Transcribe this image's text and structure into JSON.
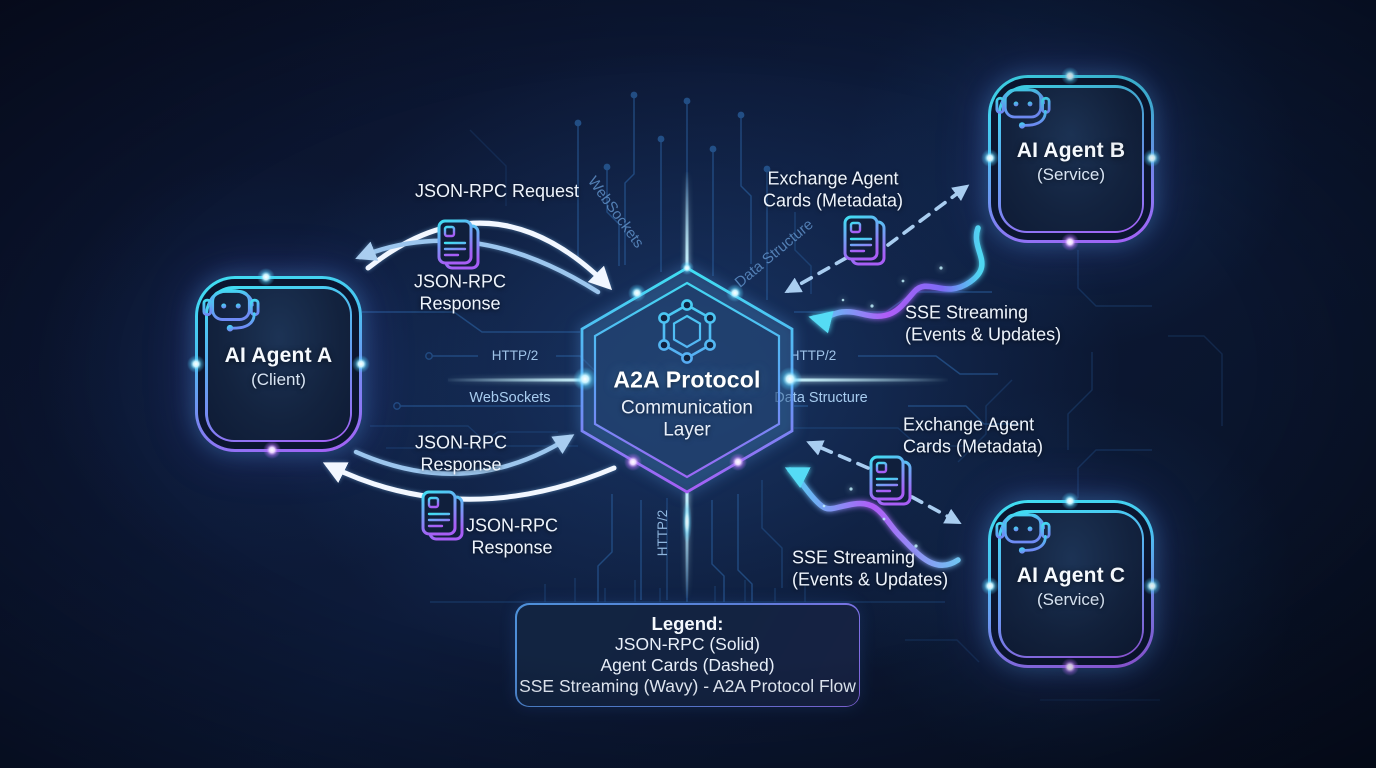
{
  "hub": {
    "title": "A2A Protocol",
    "subtitle": "Communication Layer",
    "icon": "hexagon-network-icon"
  },
  "agents": {
    "a": {
      "title": "AI Agent A",
      "role": "(Client)",
      "icon": "robot-headset-icon"
    },
    "b": {
      "title": "AI Agent B",
      "role": "(Service)",
      "icon": "robot-headset-icon"
    },
    "c": {
      "title": "AI Agent C",
      "role": "(Service)",
      "icon": "robot-headset-icon"
    }
  },
  "flows": {
    "request_top": "JSON-RPC Request",
    "response_top": "JSON-RPC Response",
    "response_mid": "JSON-RPC Response",
    "response_bottom": "JSON-RPC Response",
    "exchange_top": "Exchange Agent Cards (Metadata)",
    "sse_top": "SSE Streaming (Events & Updates)",
    "exchange_bottom": "Exchange Agent Cards (Metadata)",
    "sse_bottom": "SSE Streaming (Events & Updates)"
  },
  "circuit_labels": {
    "http2_left": "HTTP/2",
    "http2_right": "HTTP/2",
    "http2_vertical": "HTTP/2",
    "websockets_left": "WebSockets",
    "websockets_diagonal": "WebSockets",
    "data_structure_right": "Data Structure",
    "data_structure_diagonal": "Data Structure"
  },
  "legend": {
    "title": "Legend:",
    "lines": [
      "JSON-RPC (Solid)",
      "Agent Cards (Dashed)",
      "SSE Streaming (Wavy) - A2A Protocol Flow"
    ]
  },
  "icon_names": {
    "agent": "robot-headset-icon",
    "hub": "hexagon-network-icon",
    "document": "agent-card-document-icon"
  },
  "colors": {
    "background": "#0a1128",
    "accent_cyan": "#3fe0f2",
    "accent_purple": "#a75ef6",
    "solid_arrow": "#f2f7ff",
    "response_arrow": "#9cc6ee",
    "dashed_arrow": "#a9cdf0",
    "wavy_cyan": "#4fd8f2",
    "wavy_purple": "#b05cf7",
    "circuit_line": "#2a5f9e",
    "label_text": "#eef4fc",
    "circuit_label_text": "#9fc3e8"
  }
}
